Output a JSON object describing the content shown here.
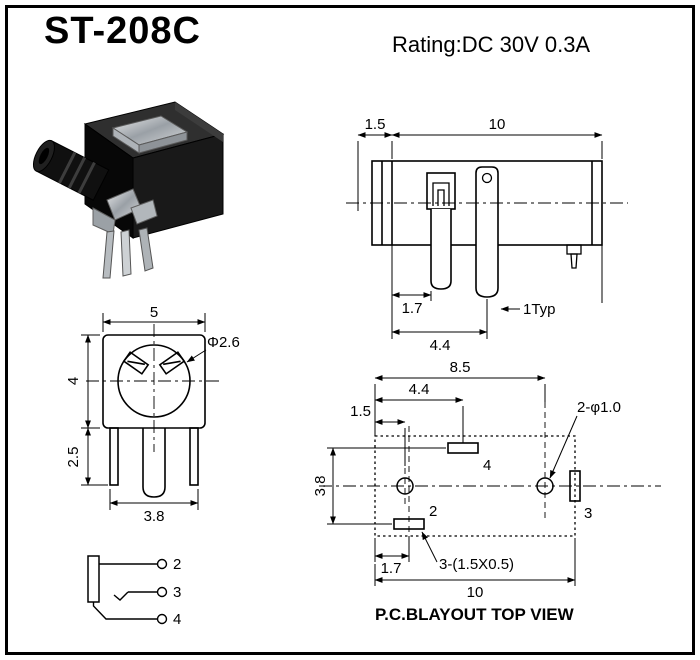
{
  "header": {
    "title": "ST-208C",
    "rating": "Rating:DC 30V 0.3A"
  },
  "front_view": {
    "dim_width": "5",
    "dim_height": "4",
    "hole_label": "Φ2.6",
    "dim_pin_length": "2.5",
    "dim_pin_span": "3.8"
  },
  "side_view": {
    "dim_front": "1.5",
    "dim_width": "10",
    "dim_pin1_offset": "1.7",
    "dim_pin2_offset": "4.4",
    "pin_width_label": "1Typ"
  },
  "pcb_layout": {
    "dim_hole_span": "8.5",
    "dim_pad4_offset": "4.4",
    "dim_hole_offset": "1.5",
    "holes_label": "2-φ1.0",
    "dim_row_span": "3.8",
    "dim_pad2_offset": "1.7",
    "dim_width": "10",
    "pad2_label": "2",
    "pad3_label": "3",
    "pad4_label": "4",
    "slots_label": "3-(1.5X0.5)",
    "caption": "P.C.BLAYOUT TOP VIEW"
  },
  "schematic": {
    "pin2_label": "2",
    "pin3_label": "3",
    "pin4_label": "4"
  },
  "colors": {
    "line": "#000000",
    "connector_body": "#141414",
    "connector_metal": "#c4c8cc"
  }
}
